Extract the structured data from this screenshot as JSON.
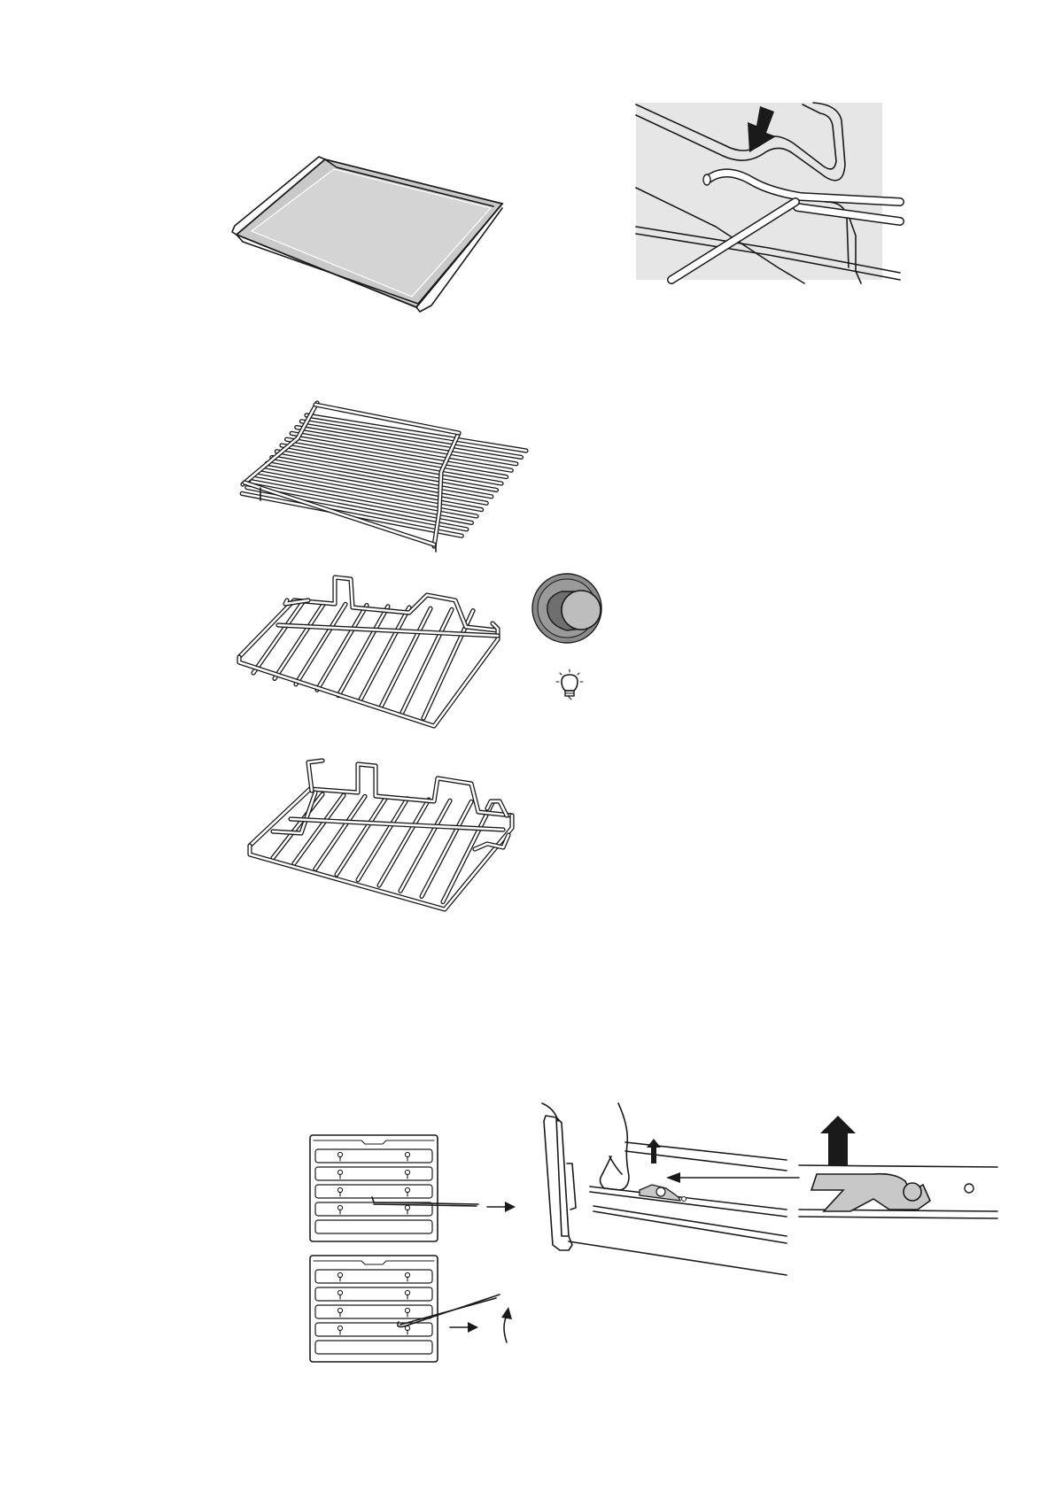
{
  "figures": [
    {
      "id": "baking-tray",
      "icon": "baking-tray-illustration"
    },
    {
      "id": "shelf-insertion-detail",
      "icon": "down-arrow-icon"
    },
    {
      "id": "flat-wire-shelf",
      "icon": "wire-grid-shelf-illustration"
    },
    {
      "id": "wire-shelf-with-bows",
      "icon": "wire-shelf-illustration"
    },
    {
      "id": "telescopic-wire-shelf",
      "icon": "wire-shelf-illustration"
    },
    {
      "id": "control-knob",
      "icon": "knob-icon"
    },
    {
      "id": "oven-lamp",
      "icon": "light-bulb-icon"
    },
    {
      "id": "side-rail-removal",
      "icon": "right-arrow-icon"
    },
    {
      "id": "door-hinge-detail",
      "icon": "up-arrow-icon"
    }
  ],
  "colors": {
    "line": "#1a1a1a",
    "tray_fill": "#c9c9c9",
    "detail_bg": "#e6e6e6",
    "knob_outer": "#8a8a8a",
    "knob_inner": "#bdbdbd",
    "hinge_fill": "#c8c8c8"
  }
}
